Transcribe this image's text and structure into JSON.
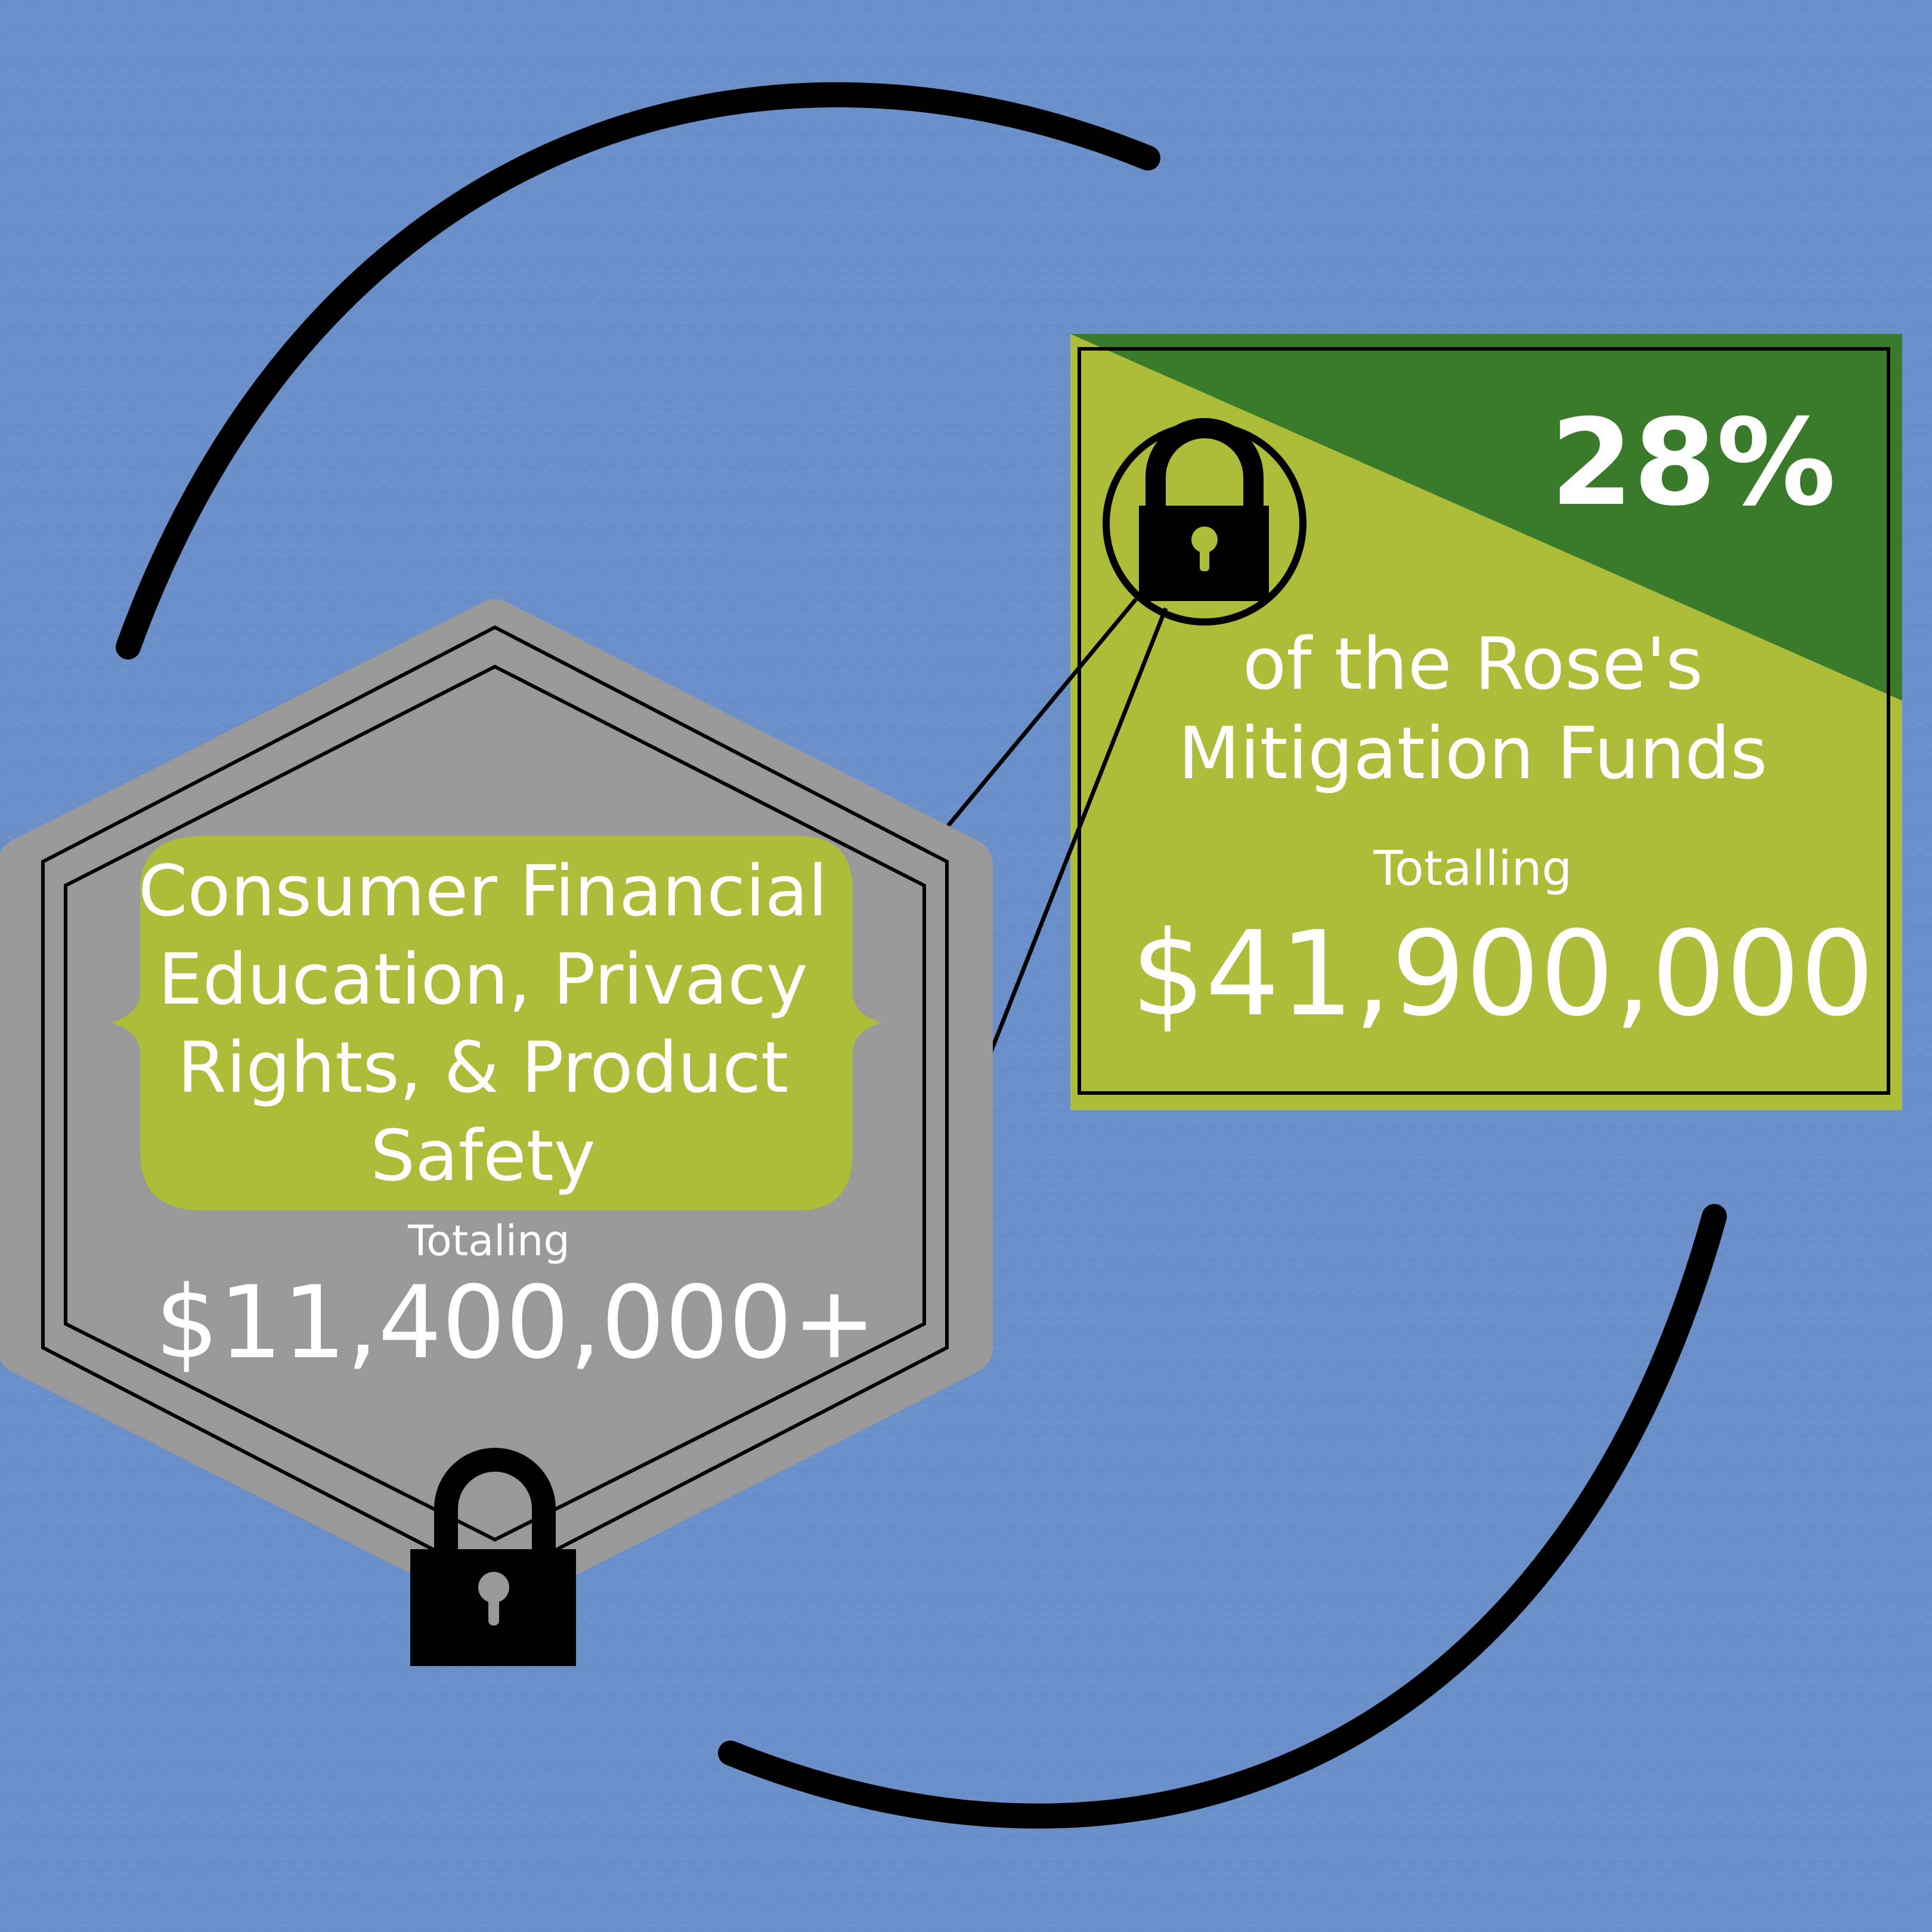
{
  "colors": {
    "background": "#6a8fc8",
    "lime": "#adbd39",
    "dark_green": "#3a7b2b",
    "hexagon_gray": "#999999",
    "ink": "#000000",
    "text": "#ffffff"
  },
  "icons": [
    "padlock-icon",
    "padlock-circle-icon"
  ],
  "rose_box": {
    "percent": "28%",
    "heading": "of the Rose's Mitigation Funds",
    "totalling_label": "Totalling",
    "amount": "$41,900,000"
  },
  "consumer_hexagon": {
    "heading": "Consumer Financial Education, Privacy Rights, & Product Safety",
    "totaling_label": "Totaling",
    "amount": "$11,400,000+"
  }
}
